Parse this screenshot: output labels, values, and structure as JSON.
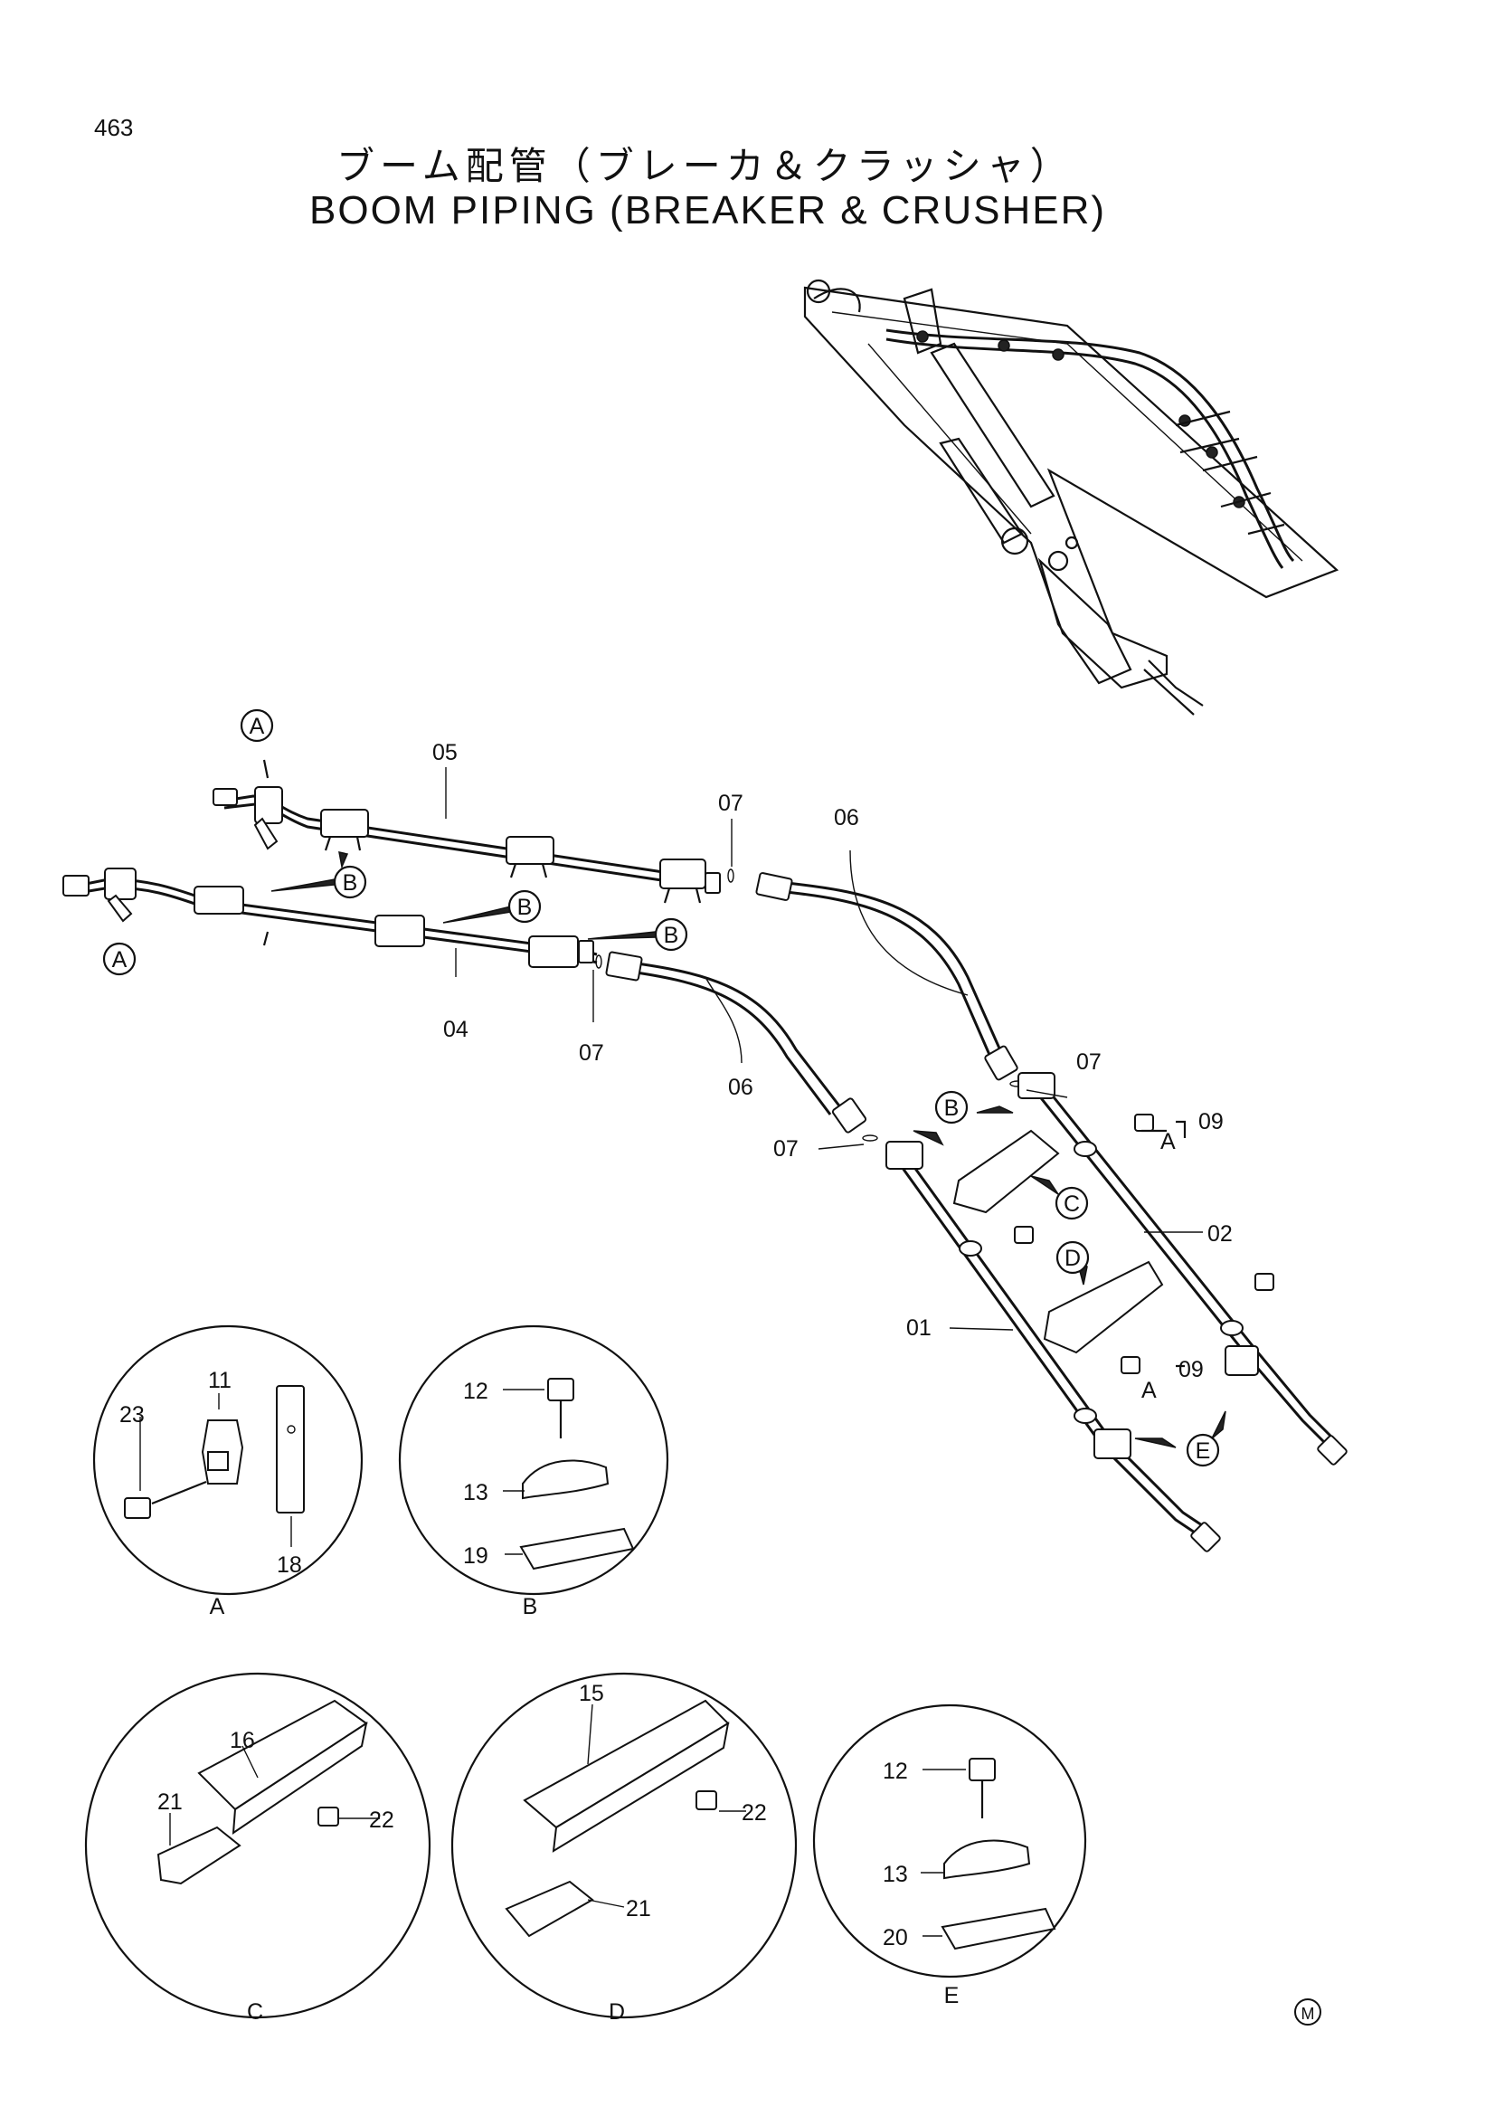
{
  "page": {
    "number": "463",
    "title_jp": "ブーム配管（ブレーカ＆クラッシャ）",
    "title_en": "BOOM PIPING (BREAKER & CRUSHER)",
    "mark": "M"
  },
  "callouts": {
    "p05": "05",
    "p04": "04",
    "p06a": "06",
    "p06b": "06",
    "p07a": "07",
    "p07b": "07",
    "p07c": "07",
    "p07d": "07",
    "p09a": "09",
    "p09b": "09",
    "p02": "02",
    "p01": "01",
    "p11": "11",
    "p23": "23",
    "p18": "18",
    "p12b": "12",
    "p13b": "13",
    "p19": "19",
    "p16": "16",
    "p21c": "21",
    "p22c": "22",
    "p15": "15",
    "p22d": "22",
    "p21d": "21",
    "p12e": "12",
    "p13e": "13",
    "p20": "20",
    "subA1": "A",
    "subA2": "A"
  },
  "refs": {
    "A": "A",
    "B": "B",
    "C": "C",
    "D": "D",
    "E": "E"
  },
  "details": [
    {
      "id": "A",
      "label": "A"
    },
    {
      "id": "B",
      "label": "B"
    },
    {
      "id": "C",
      "label": "C"
    },
    {
      "id": "D",
      "label": "D"
    },
    {
      "id": "E",
      "label": "E"
    }
  ]
}
